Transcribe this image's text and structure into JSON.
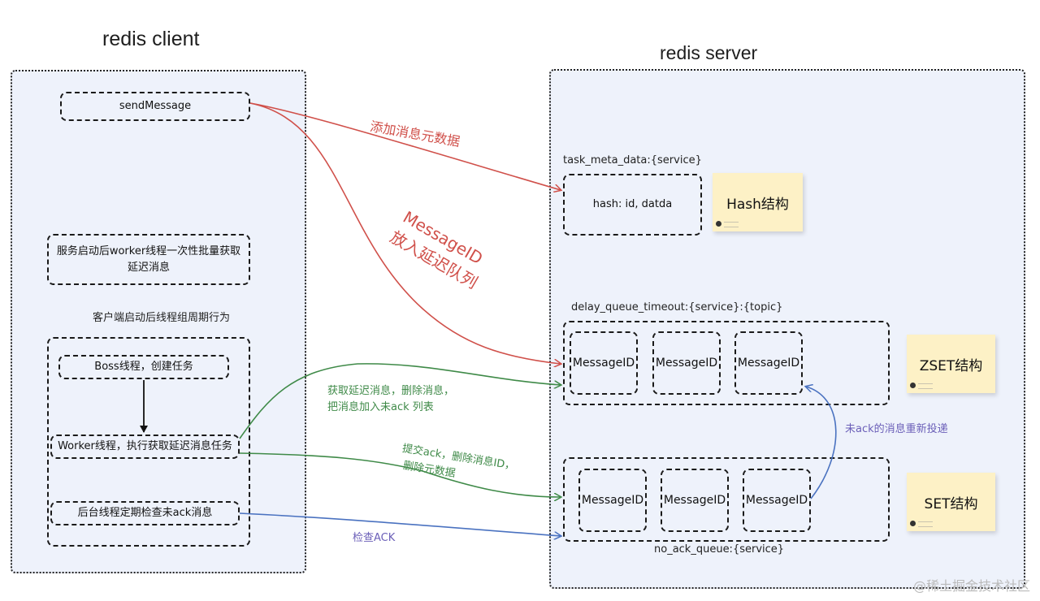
{
  "client": {
    "title": "redis client",
    "send_message": "sendMessage",
    "batch_fetch": "服务启动后worker线程一次性批量获取延迟消息",
    "periodic_label": "客户端启动后线程组周期行为",
    "boss": "Boss线程，创建任务",
    "worker": "Worker线程，执行获取延迟消息任务",
    "checker": "后台线程定期检查未ack消息"
  },
  "server": {
    "title": "redis server",
    "hash_key": "task_meta_data:{service}",
    "hash_content": "hash: id, datda",
    "hash_sticky": "Hash结构",
    "zset_key": "delay_queue_timeout:{service}:{topic}",
    "zset_items": [
      "MessageID",
      "MessageID",
      "MessageID"
    ],
    "zset_sticky": "ZSET结构",
    "set_items": [
      "MessageID",
      "MessageID",
      "MessageID"
    ],
    "set_key": "no_ack_queue:{service}",
    "set_sticky": "SET结构"
  },
  "annotations": {
    "add_meta": "添加消息元数据",
    "put_delay_1": "MessageID",
    "put_delay_2": "放入延迟队列",
    "fetch_1": "获取延迟消息，删除消息，",
    "fetch_2": "把消息加入未ack 列表",
    "submit_1": "提交ack，删除消息ID，",
    "submit_2": "删除元数据",
    "check_ack": "检查ACK",
    "redeliver": "未ack的消息重新投递"
  },
  "colors": {
    "red": "#d0504a",
    "green": "#3f8a48",
    "blue": "#4a72c0",
    "panel": "#eef2fb",
    "sticky": "#fdf1c6"
  },
  "watermark": "@稀土掘金技术社区"
}
